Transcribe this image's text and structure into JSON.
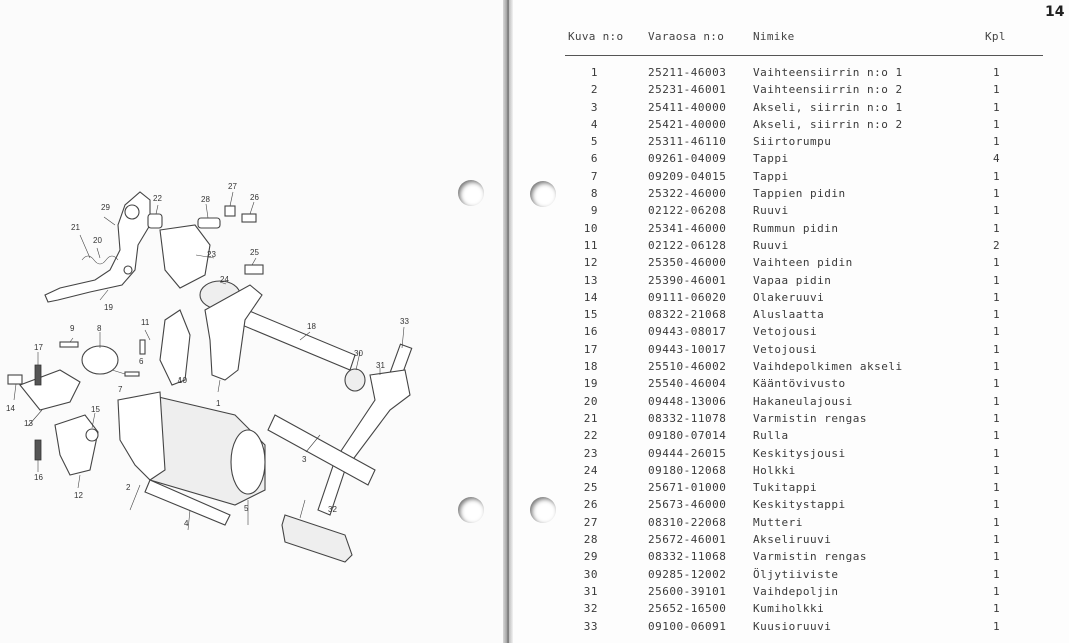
{
  "page_number": "14",
  "columns": {
    "item": "Kuva n:o",
    "part_no": "Varaosa n:o",
    "name": "Nimike",
    "qty": "Kpl"
  },
  "parts": [
    {
      "item": "1",
      "part_no": "25211-46003",
      "name": "Vaihteensiirrin n:o 1",
      "qty": "1"
    },
    {
      "item": "2",
      "part_no": "25231-46001",
      "name": "Vaihteensiirrin n:o 2",
      "qty": "1"
    },
    {
      "item": "3",
      "part_no": "25411-40000",
      "name": "Akseli, siirrin n:o 1",
      "qty": "1"
    },
    {
      "item": "4",
      "part_no": "25421-40000",
      "name": "Akseli, siirrin n:o 2",
      "qty": "1"
    },
    {
      "item": "5",
      "part_no": "25311-46110",
      "name": "Siirtorumpu",
      "qty": "1"
    },
    {
      "item": "6",
      "part_no": "09261-04009",
      "name": "Tappi",
      "qty": "4"
    },
    {
      "item": "7",
      "part_no": "09209-04015",
      "name": "Tappi",
      "qty": "1"
    },
    {
      "item": "8",
      "part_no": "25322-46000",
      "name": "Tappien pidin",
      "qty": "1"
    },
    {
      "item": "9",
      "part_no": "02122-06208",
      "name": "Ruuvi",
      "qty": "1"
    },
    {
      "item": "10",
      "part_no": "25341-46000",
      "name": "Rummun pidin",
      "qty": "1"
    },
    {
      "item": "11",
      "part_no": "02122-06128",
      "name": "Ruuvi",
      "qty": "2"
    },
    {
      "item": "12",
      "part_no": "25350-46000",
      "name": "Vaihteen pidin",
      "qty": "1"
    },
    {
      "item": "13",
      "part_no": "25390-46001",
      "name": "Vapaa pidin",
      "qty": "1"
    },
    {
      "item": "14",
      "part_no": "09111-06020",
      "name": "Olakeruuvi",
      "qty": "1"
    },
    {
      "item": "15",
      "part_no": "08322-21068",
      "name": "Aluslaatta",
      "qty": "1"
    },
    {
      "item": "16",
      "part_no": "09443-08017",
      "name": "Vetojousi",
      "qty": "1"
    },
    {
      "item": "17",
      "part_no": "09443-10017",
      "name": "Vetojousi",
      "qty": "1"
    },
    {
      "item": "18",
      "part_no": "25510-46002",
      "name": "Vaihdepolkimen akseli",
      "qty": "1"
    },
    {
      "item": "19",
      "part_no": "25540-46004",
      "name": "Kääntövivusto",
      "qty": "1"
    },
    {
      "item": "20",
      "part_no": "09448-13006",
      "name": "Hakaneulajousi",
      "qty": "1"
    },
    {
      "item": "21",
      "part_no": "08332-11078",
      "name": "Varmistin rengas",
      "qty": "1"
    },
    {
      "item": "22",
      "part_no": "09180-07014",
      "name": "Rulla",
      "qty": "1"
    },
    {
      "item": "23",
      "part_no": "09444-26015",
      "name": "Keskitysjousi",
      "qty": "1"
    },
    {
      "item": "24",
      "part_no": "09180-12068",
      "name": "Holkki",
      "qty": "1"
    },
    {
      "item": "25",
      "part_no": "25671-01000",
      "name": "Tukitappi",
      "qty": "1"
    },
    {
      "item": "26",
      "part_no": "25673-46000",
      "name": "Keskitystappi",
      "qty": "1"
    },
    {
      "item": "27",
      "part_no": "08310-22068",
      "name": "Mutteri",
      "qty": "1"
    },
    {
      "item": "28",
      "part_no": "25672-46001",
      "name": "Akseliruuvi",
      "qty": "1"
    },
    {
      "item": "29",
      "part_no": "08332-11068",
      "name": "Varmistin rengas",
      "qty": "1"
    },
    {
      "item": "30",
      "part_no": "09285-12002",
      "name": "Öljytiiviste",
      "qty": "1"
    },
    {
      "item": "31",
      "part_no": "25600-39101",
      "name": "Vaihdepoljin",
      "qty": "1"
    },
    {
      "item": "32",
      "part_no": "25652-16500",
      "name": "Kumiholkki",
      "qty": "1"
    },
    {
      "item": "33",
      "part_no": "09100-06091",
      "name": "Kuusioruuvi",
      "qty": "1"
    }
  ],
  "diagram_callouts": [
    "1",
    "2",
    "3",
    "4",
    "5",
    "6",
    "7",
    "8",
    "9",
    "10",
    "11",
    "12",
    "13",
    "14",
    "15",
    "16",
    "17",
    "18",
    "19",
    "20",
    "21",
    "22",
    "23",
    "24",
    "25",
    "26",
    "27",
    "28",
    "29",
    "30",
    "31",
    "32",
    "33"
  ]
}
